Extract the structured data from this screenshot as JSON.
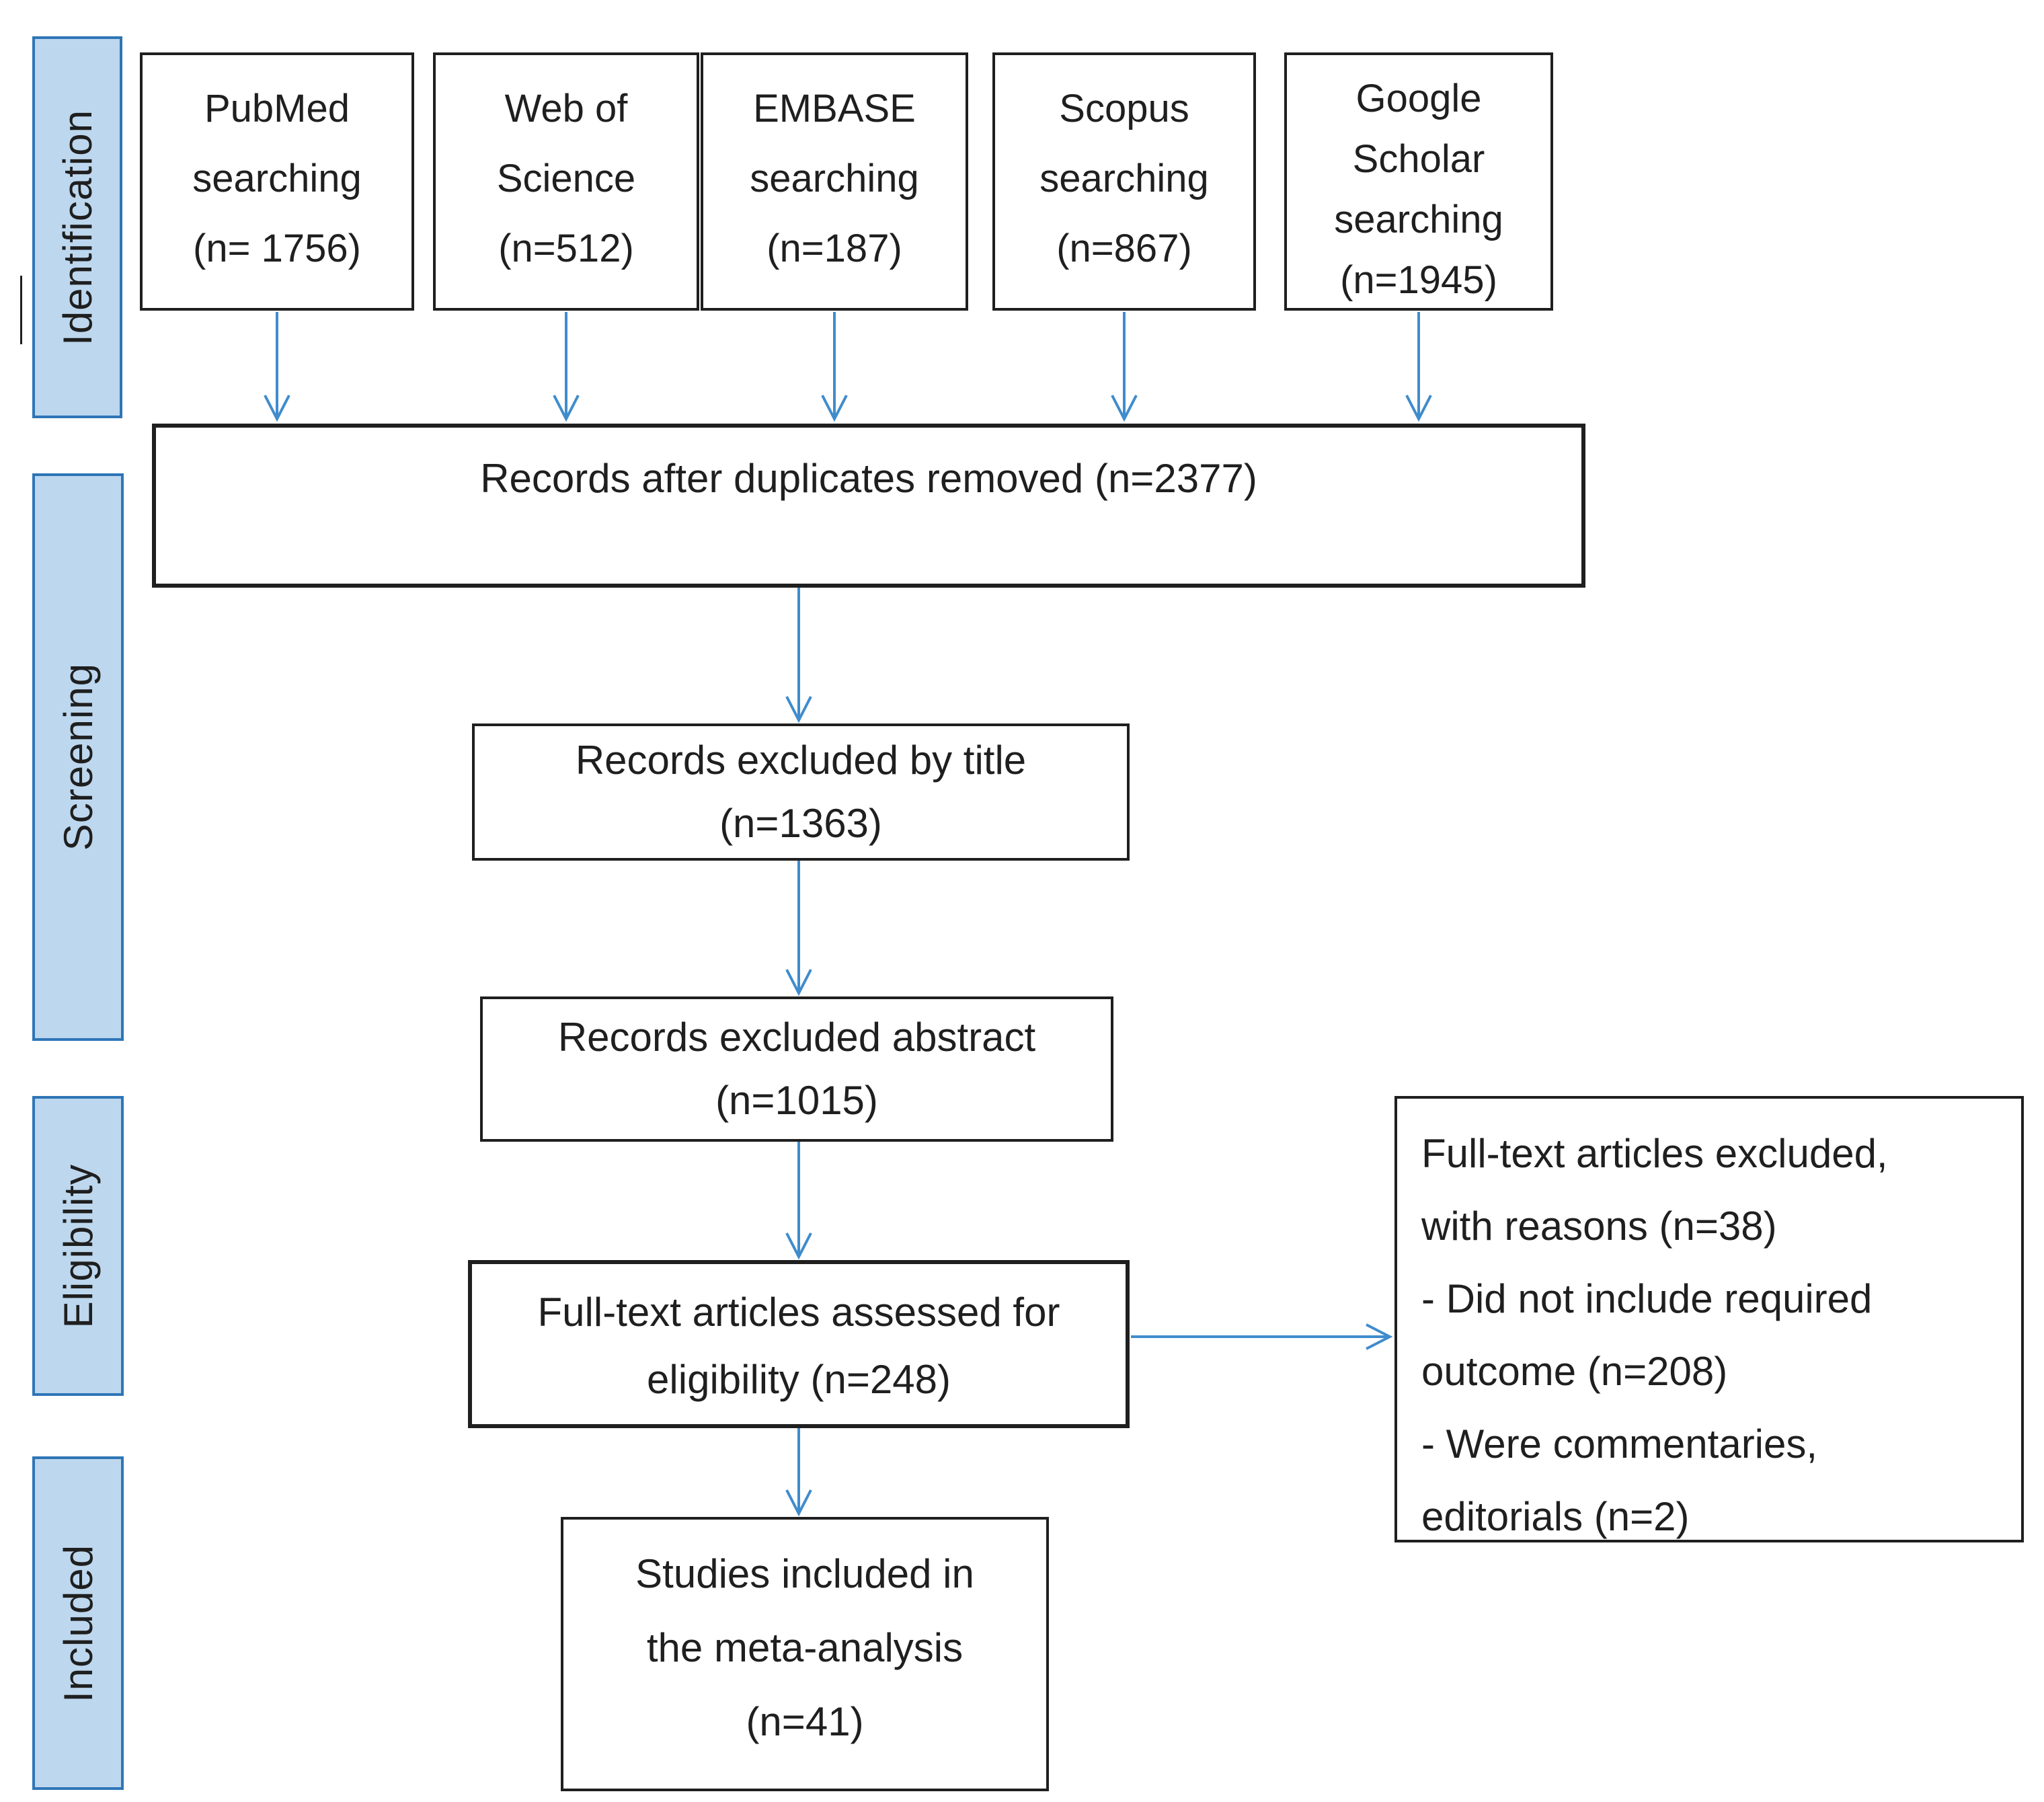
{
  "figure": {
    "type": "prisma-flow-diagram",
    "stages": [
      "Identification",
      "Screening",
      "Eligibility",
      "Included"
    ],
    "sources": [
      {
        "lines": [
          "PubMed",
          "searching",
          "(n= 1756)"
        ]
      },
      {
        "lines": [
          "Web of",
          "Science",
          "(n=512)"
        ]
      },
      {
        "lines": [
          "EMBASE",
          "searching",
          "(n=187)"
        ]
      },
      {
        "lines": [
          "Scopus",
          "searching",
          "(n=867)"
        ]
      },
      {
        "lines": [
          "Google",
          "Scholar",
          "searching",
          "(n=1945)"
        ]
      }
    ],
    "duplicates_removed": "Records after duplicates removed (n=2377)",
    "excluded_title": {
      "lines": [
        "Records excluded by title",
        "(n=1363)"
      ]
    },
    "excluded_abstract": {
      "lines": [
        "Records excluded abstract",
        "(n=1015)"
      ]
    },
    "fulltext_assessed": {
      "lines": [
        "Full-text articles assessed for",
        "eligibility (n=248)"
      ]
    },
    "fulltext_excluded": {
      "lines": [
        "Full-text articles excluded,",
        "with reasons (n=38)",
        "- Did not include required",
        "outcome (n=208)",
        "- Were commentaries,",
        "editorials (n=2)"
      ]
    },
    "studies_included": {
      "lines": [
        "Studies included in",
        "the meta-analysis",
        "(n=41)"
      ]
    },
    "colors": {
      "stage_fill": "#bdd7ee",
      "stage_border": "#2e75b6",
      "arrow": "#3f8ccd",
      "box_border": "#1f1f1f"
    }
  }
}
